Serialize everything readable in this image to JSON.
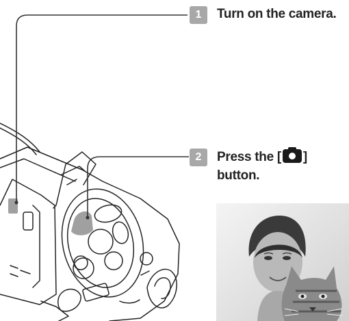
{
  "steps": [
    {
      "number": "1",
      "text": "Turn on the camera."
    },
    {
      "number": "2",
      "text_before": "Press the [",
      "text_after": "]",
      "text_line2": "button.",
      "key_icon": "camera-icon"
    }
  ],
  "colors": {
    "badge": "#a8a8a8",
    "highlight": "#a0a0a0",
    "leader": "#333333"
  }
}
